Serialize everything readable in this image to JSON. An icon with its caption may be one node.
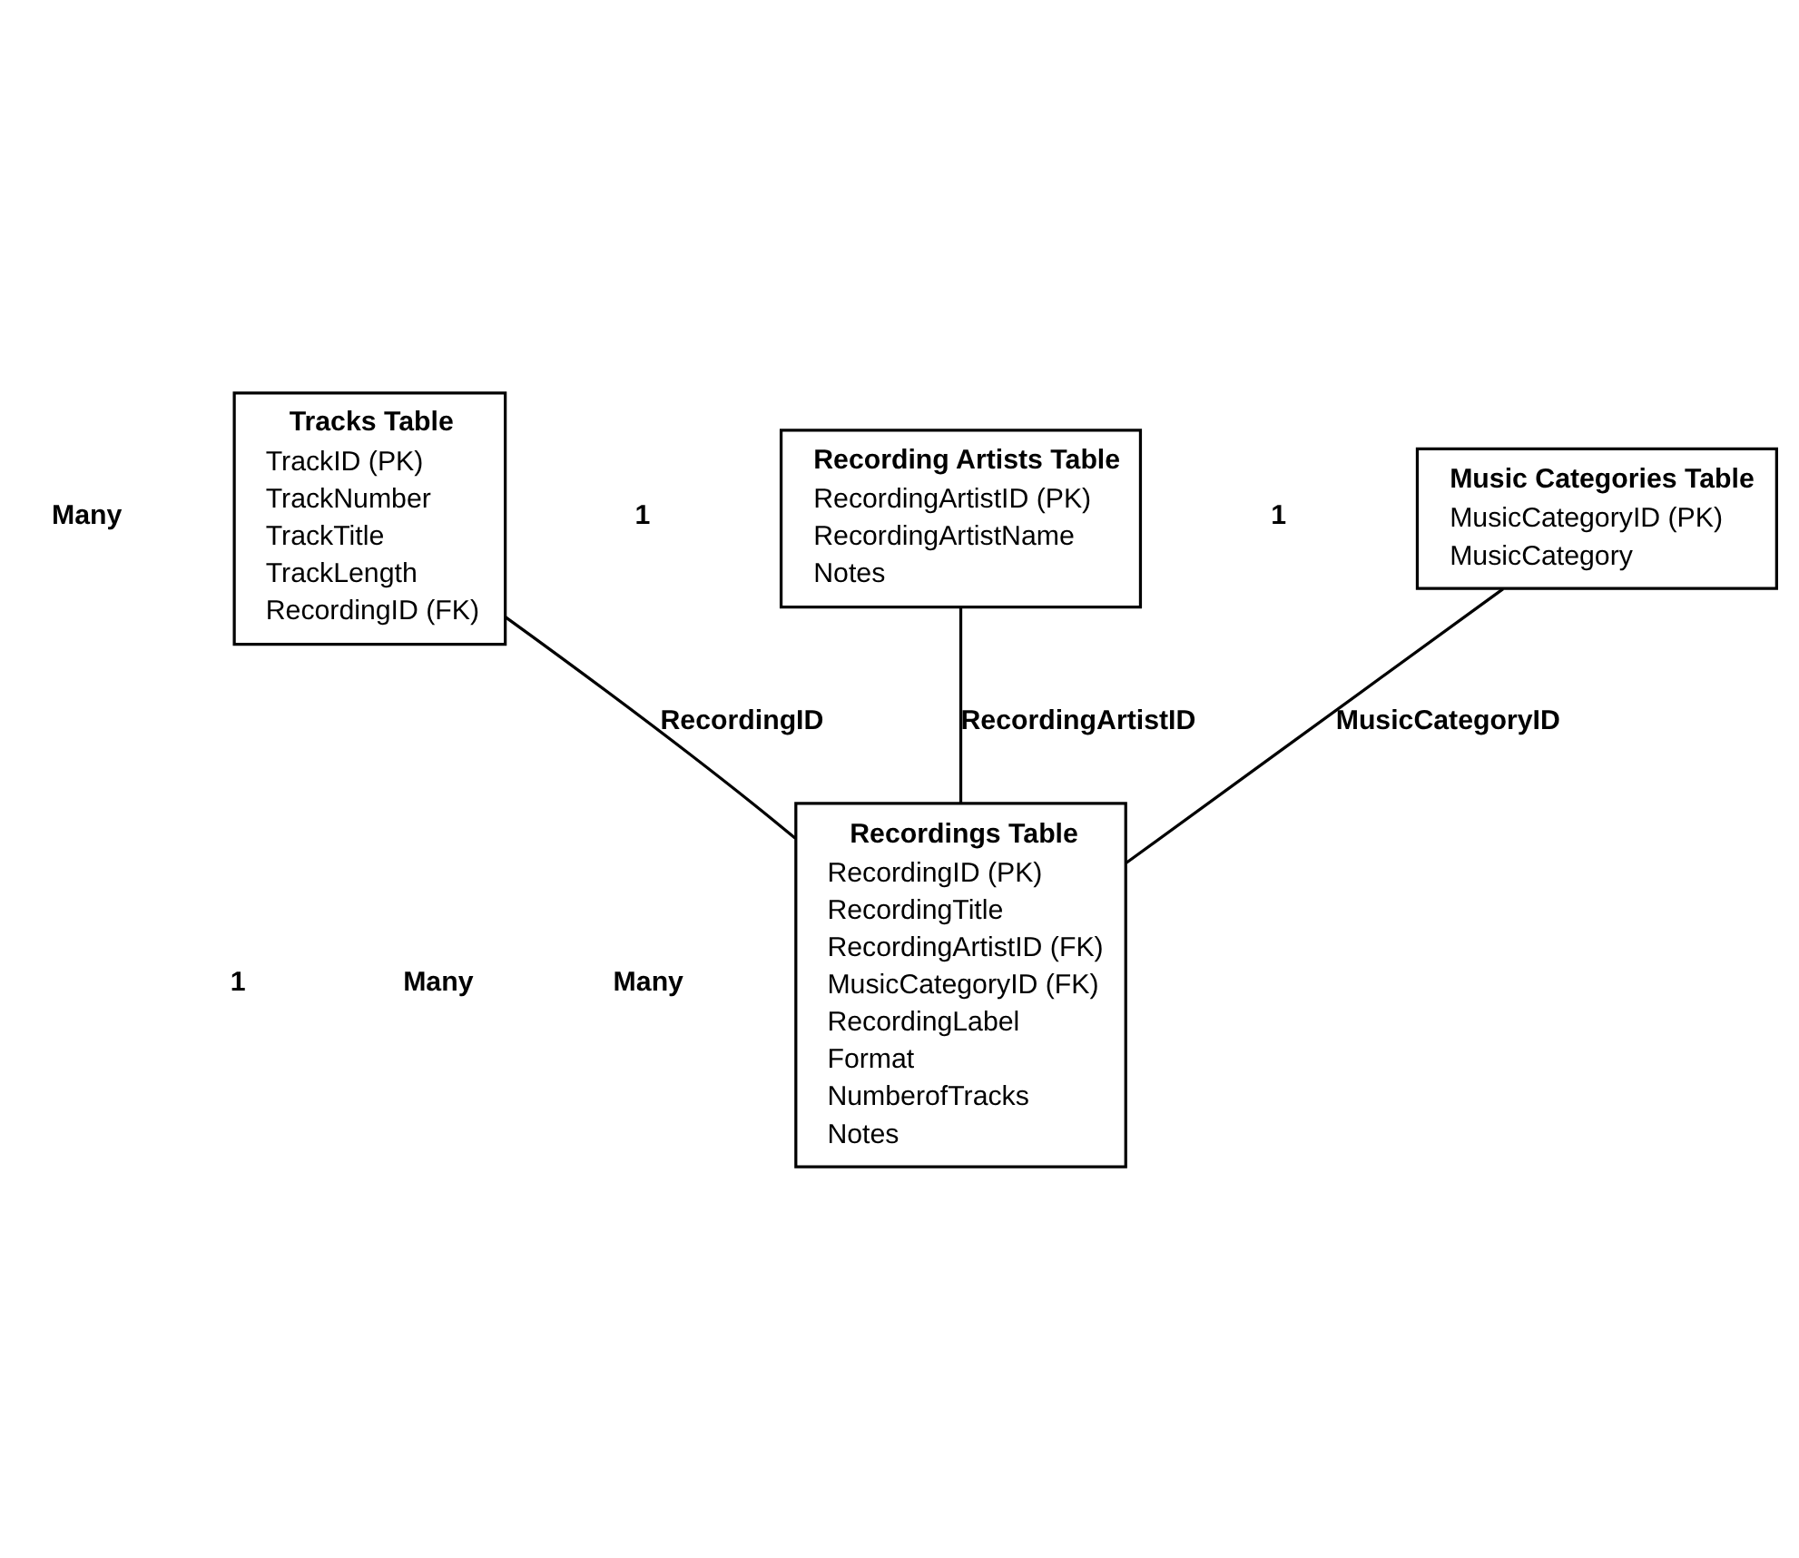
{
  "diagram": {
    "nodes": [
      {
        "text": [
          "Music Categories Table",
          "MusicCategoryID (PK)",
          "MusicCategory"
        ]
      },
      {
        "text": [
          "Tracks Table",
          "TrackID (PK)",
          "TrackNumber",
          "TrackTitle",
          "TrackLength",
          "RecordingID (FK)"
        ]
      },
      {
        "text": [
          "Recordings Table",
          "RecordingID (PK)",
          "RecordingTitle",
          "RecordingArtistID (FK)",
          "MusicCategoryID (FK)",
          "RecordingLabel",
          "Format",
          "NumberofTracks",
          "Notes"
        ]
      },
      {
        "text": [
          "Recording Artists Table",
          "RecordingArtistID (PK)",
          "RecordingArtistName",
          "Notes"
        ]
      }
    ],
    "edges": [
      {
        "from": 0,
        "to": 2,
        "arrow": "none",
        "label": "MusicCategoryID"
      },
      {
        "from": 1,
        "to": 2,
        "arrow": "none",
        "label": "RecordingID"
      },
      {
        "from": 3,
        "to": 2,
        "arrow": "none",
        "label": "RecordingArtistID"
      }
    ],
    "labels": [
      "1",
      "Many",
      "Many",
      "1",
      "1",
      "Many"
    ]
  }
}
